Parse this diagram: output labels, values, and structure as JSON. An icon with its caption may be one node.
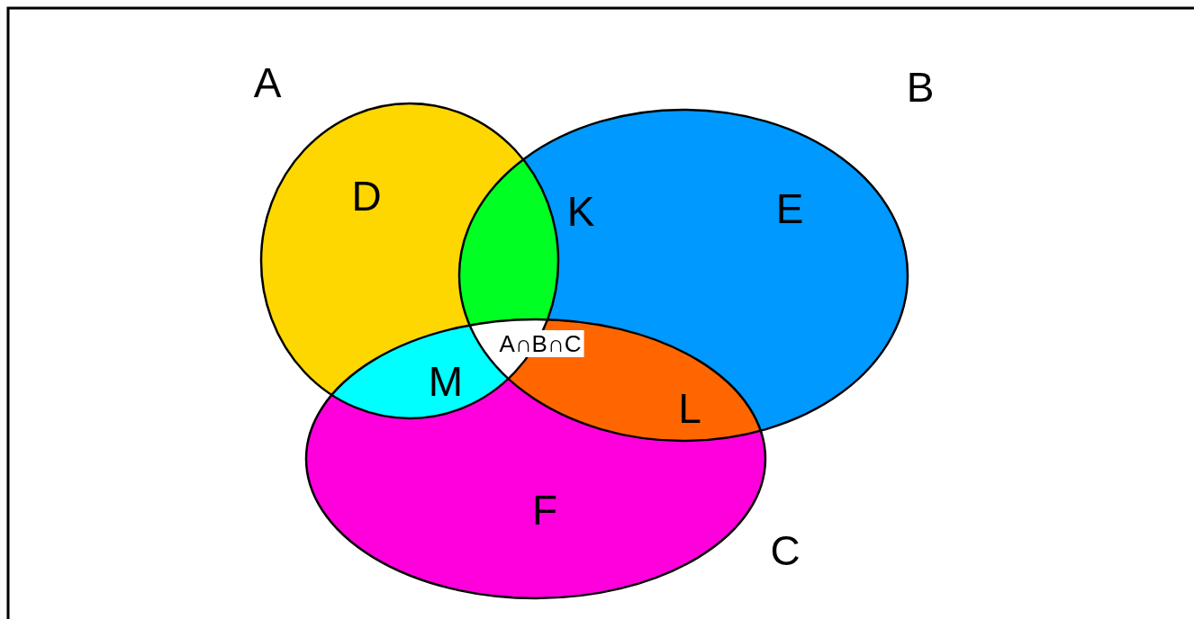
{
  "diagram": {
    "nodes": [
      {
        "text": [
          "A",
          "D"
        ]
      },
      {
        "text": [
          "B",
          "E"
        ]
      },
      {
        "text": [
          "C",
          "F"
        ]
      }
    ],
    "labels": [
      "K",
      "A∩B∩C",
      "M",
      "L"
    ]
  }
}
